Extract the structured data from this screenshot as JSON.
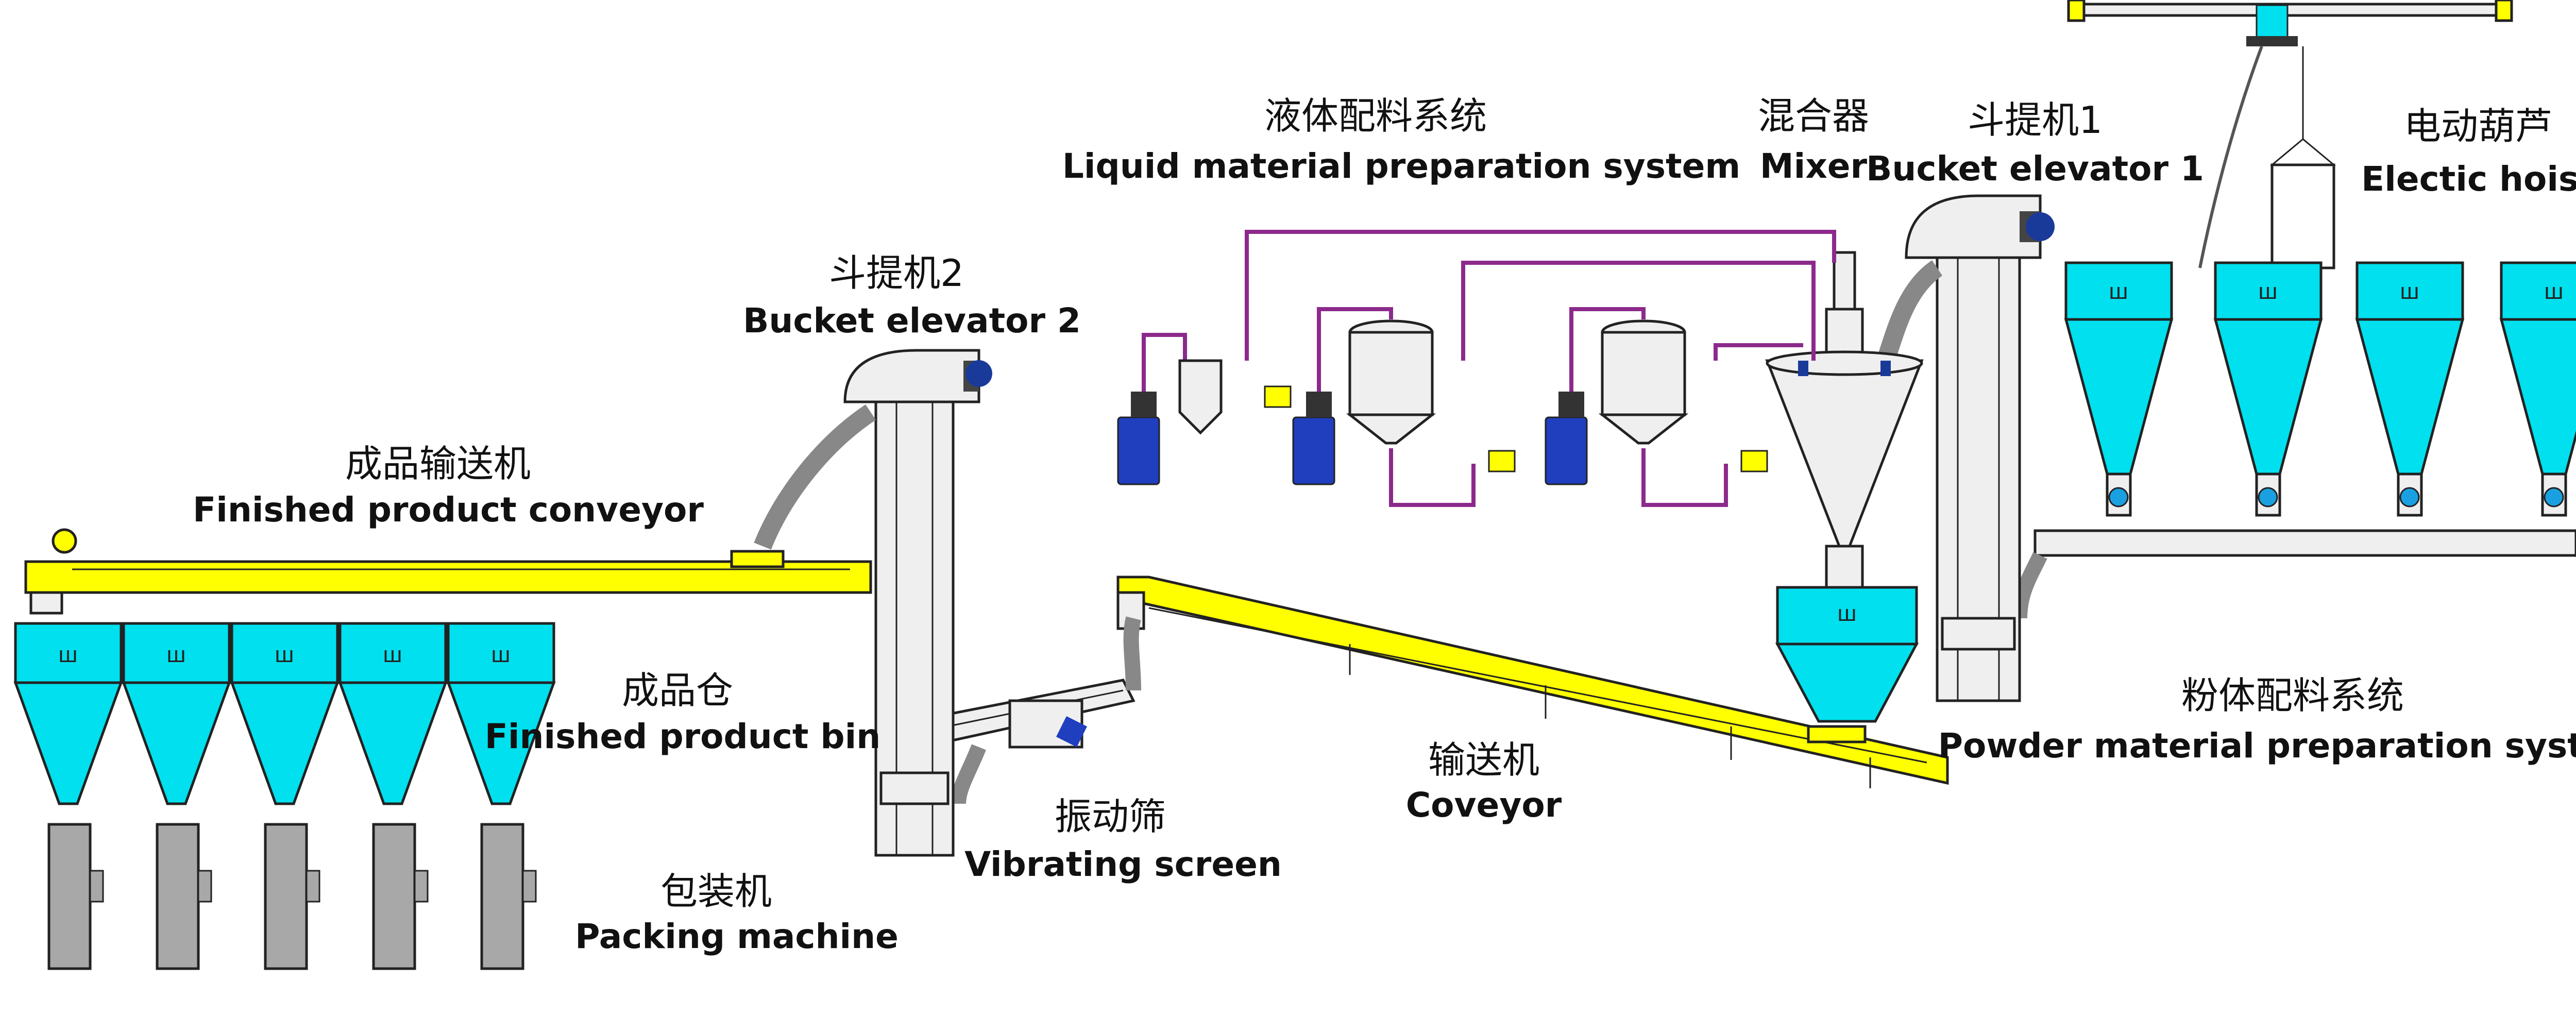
{
  "labels": {
    "liquid_zh": "液体配料系统",
    "liquid_en": "Liquid material preparation system",
    "mixer_zh": "混合器",
    "mixer_en": "Mixer",
    "be1_zh": "斗提机1",
    "be1_en": "Bucket elevator 1",
    "hoist_zh": "电动葫芦",
    "hoist_en": "Electic hoist",
    "be2_zh": "斗提机2",
    "be2_en": "Bucket elevator 2",
    "fpc_zh": "成品输送机",
    "fpc_en": "Finished product conveyor",
    "fpb_zh": "成品仓",
    "fpb_en": "Finished product bin",
    "vs_zh": "振动筛",
    "vs_en": "Vibrating screen",
    "conv_zh": "输送机",
    "conv_en": "Coveyor",
    "powder_zh": "粉体配料系统",
    "powder_en": "Powder material preparation system",
    "pack_zh": "包装机",
    "pack_en": "Packing machine"
  },
  "hopper_mark": "ш",
  "colors": {
    "hopper": "#00e0ee",
    "conveyor": "#ffff00",
    "pipe": "#8c2a8c",
    "drum": "#1f3fbf",
    "packer": "#a8a8a8",
    "steel": "#efefef"
  }
}
